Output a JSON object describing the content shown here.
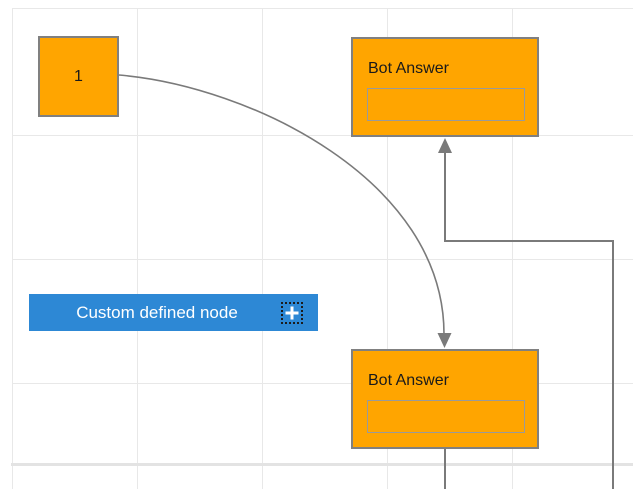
{
  "canvas": {
    "background_color": "#FFFFFF",
    "grid_line_color": "#E8E8E8",
    "bottom_boundary_color": "#E3E3E3"
  },
  "nodes": {
    "start": {
      "label": "1",
      "fill": "#FFA500",
      "border_color": "#808080"
    },
    "bot_answer_top": {
      "title": "Bot Answer",
      "field_value": ""
    },
    "bot_answer_bottom": {
      "title": "Bot Answer",
      "field_value": ""
    },
    "custom": {
      "label": "Custom defined node",
      "fill": "#2D88D5",
      "text_color": "#FFFFFF",
      "icon": "plus-icon"
    }
  },
  "connectors": {
    "color": "#7A7A7A",
    "curved": {
      "from": "start",
      "to": "bot_answer_bottom",
      "arrow": "down"
    },
    "orthogonal": {
      "from": "bot_answer_bottom",
      "to": "bot_answer_top",
      "arrow": "up"
    }
  }
}
